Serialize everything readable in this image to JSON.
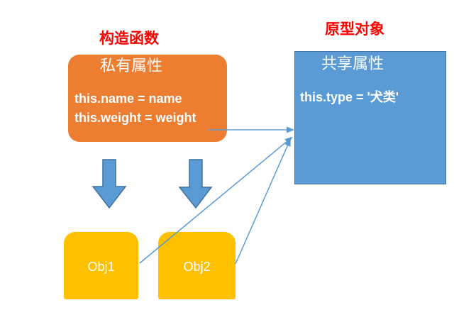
{
  "constructor_section": {
    "title": "构造函数",
    "heading": "私有属性",
    "line1": "this.name = name",
    "line2": "this.weight = weight"
  },
  "prototype_section": {
    "title": "原型对象",
    "heading": "共享属性",
    "line1": "this.type = '犬类'"
  },
  "objects": [
    {
      "label": "Obj1"
    },
    {
      "label": "Obj2"
    }
  ],
  "colors": {
    "title_red": "#FF0000",
    "constructor_fill": "#ED7D31",
    "prototype_fill": "#5B9BD5",
    "prototype_border": "#41719C",
    "object_fill": "#FFC000",
    "arrow_fill": "#5B9BD5",
    "arrow_border": "#41719C",
    "connector": "#5B9BD5",
    "text_white": "#FFFFFF"
  }
}
